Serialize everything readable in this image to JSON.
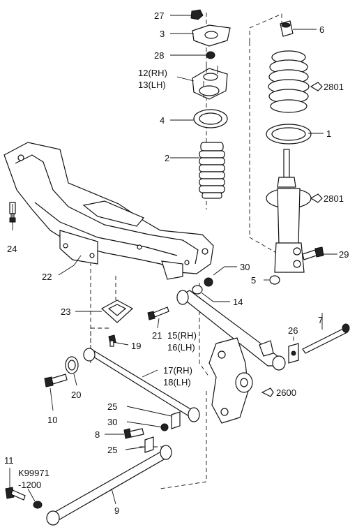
{
  "diagram": {
    "labels": {
      "l27": "27",
      "l3": "3",
      "l28": "28",
      "l12": "12(RH)",
      "l13": "13(LH)",
      "l4": "4",
      "l2": "2",
      "l6": "6",
      "l2801a": "2801",
      "l1": "1",
      "l2801b": "2801",
      "l24": "24",
      "l22": "22",
      "l29": "29",
      "l30a": "30",
      "l5": "5",
      "l14": "14",
      "l23": "23",
      "l21": "21",
      "l15": "15(RH)",
      "l16": "16(LH)",
      "l19": "19",
      "l26": "26",
      "l7": "7",
      "l17": "17(RH)",
      "l18": "18(LH)",
      "l20": "20",
      "l2600": "2600",
      "l10": "10",
      "l25a": "25",
      "l30b": "30",
      "l8": "8",
      "l25b": "25",
      "l11": "11",
      "lk1": "K99971",
      "lk2": "-1200",
      "l9": "9"
    }
  }
}
